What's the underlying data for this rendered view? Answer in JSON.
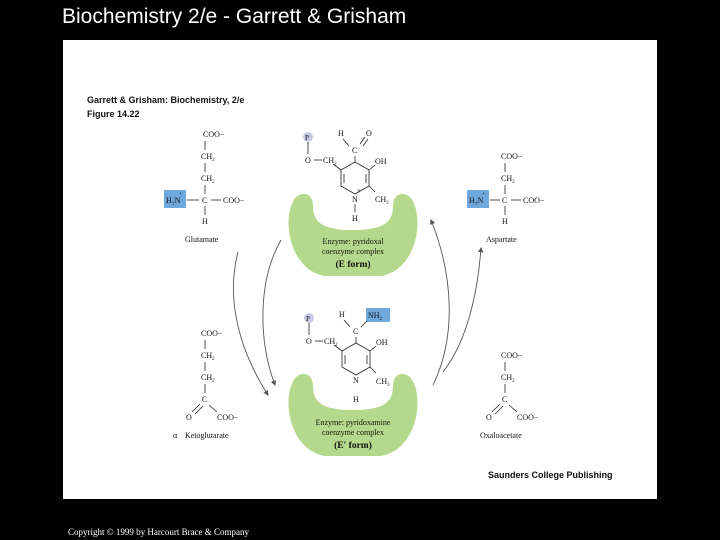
{
  "slide": {
    "title": "Biochemistry 2/e - Garrett & Grisham",
    "copyright": "Copyright © 1999 by Harcourt Brace & Company"
  },
  "figure": {
    "header_line1": "Garrett & Grisham: Biochemistry, 2/e",
    "header_line2": "Figure 14.22",
    "publisher": "Saunders College Publishing",
    "highlight_color": "#6fa8dc",
    "enzyme_color": "#b5d98c",
    "phosphate_color": "#c9c9e8"
  },
  "glutamate": {
    "name": "Glutamate",
    "coo_top": "COO−",
    "ch2_a": "CH",
    "ch2_b": "CH",
    "sub2": "2",
    "amine": "H₃N",
    "plus": "+",
    "c": "C",
    "coo_side": "COO−",
    "h": "H"
  },
  "aspartate": {
    "name": "Aspartate",
    "coo_top": "COO−",
    "ch2": "CH",
    "sub2": "2",
    "amine": "H₃N",
    "plus": "+",
    "c": "C",
    "coo_side": "COO−",
    "h": "H"
  },
  "ketoglutarate": {
    "name": "Ketoglutarate",
    "alpha": "α",
    "coo_top": "COO−",
    "ch2_a": "CH",
    "ch2_b": "CH",
    "sub2": "2",
    "c": "C",
    "o": "O",
    "coo_side": "COO−"
  },
  "oxaloacetate": {
    "name": "Oxaloacetate",
    "coo_top": "COO−",
    "ch2": "CH",
    "sub2": "2",
    "c": "C",
    "o": "O",
    "coo_side": "COO−"
  },
  "pyridoxal": {
    "p": "P",
    "h": "H",
    "o_top": "O",
    "c": "C",
    "o_ring": "O",
    "ch2": "CH",
    "sub2": "2",
    "oh": "OH",
    "plus": "+",
    "n": "N",
    "h_bottom": "H",
    "ch3": "CH",
    "sub3": "3",
    "enzyme_line1": "Enzyme: pyridoxal",
    "enzyme_line2": "coenzyme complex",
    "form": "(E form)"
  },
  "pyridoxamine": {
    "p": "P",
    "h": "H",
    "nh2": "NH",
    "sub2": "2",
    "c": "C",
    "o_ring": "O",
    "ch2": "CH",
    "oh": "OH",
    "n": "N",
    "h_bottom": "H",
    "ch3": "CH",
    "sub3": "3",
    "enzyme_line1": "Enzyme: pyridoxamine",
    "enzyme_line2": "coenzyme complex",
    "form": "(E′ form)"
  }
}
